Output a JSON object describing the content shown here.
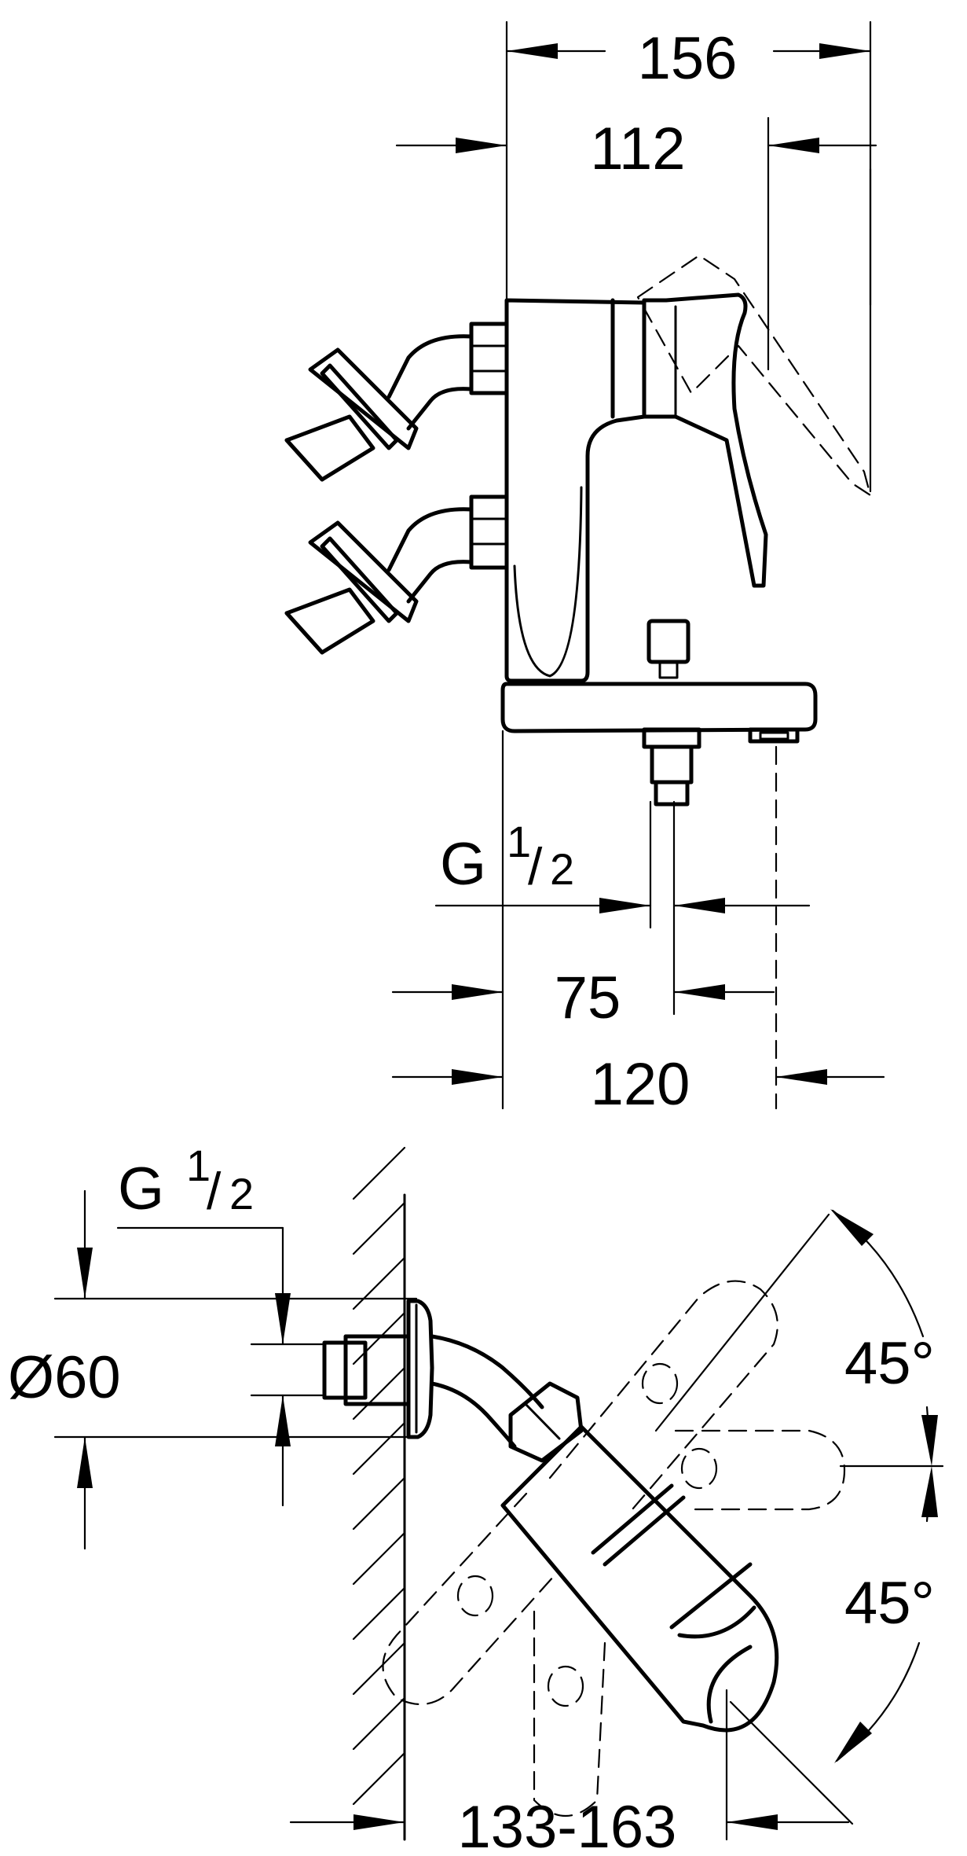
{
  "side_view": {
    "dim_overall_width": "156",
    "dim_lever_width": "112",
    "dim_connection": "G",
    "dim_connection_frac_num": "1",
    "dim_connection_frac_den": "2",
    "dim_spout_center": "75",
    "dim_base_depth": "120"
  },
  "top_view": {
    "dim_connection": "G",
    "dim_connection_frac_num": "1",
    "dim_connection_frac_den": "2",
    "dim_rosette_diameter": "Ø60",
    "dim_angle_upper": "45°",
    "dim_angle_lower": "45°",
    "dim_wall_distance": "133-163"
  },
  "colors": {
    "line": "#000000",
    "background": "#ffffff"
  }
}
